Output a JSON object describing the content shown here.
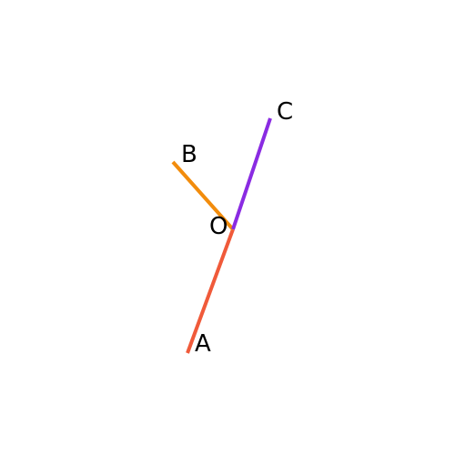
{
  "points": {
    "O": {
      "label": "O"
    },
    "A": {
      "label": "A"
    },
    "B": {
      "label": "B"
    },
    "C": {
      "label": "C"
    }
  },
  "segments": [
    {
      "from": "O",
      "to": "A",
      "color": "#f05a3a"
    },
    {
      "from": "O",
      "to": "B",
      "color": "#f28c0c"
    },
    {
      "from": "O",
      "to": "C",
      "color": "#8a2be2"
    }
  ]
}
